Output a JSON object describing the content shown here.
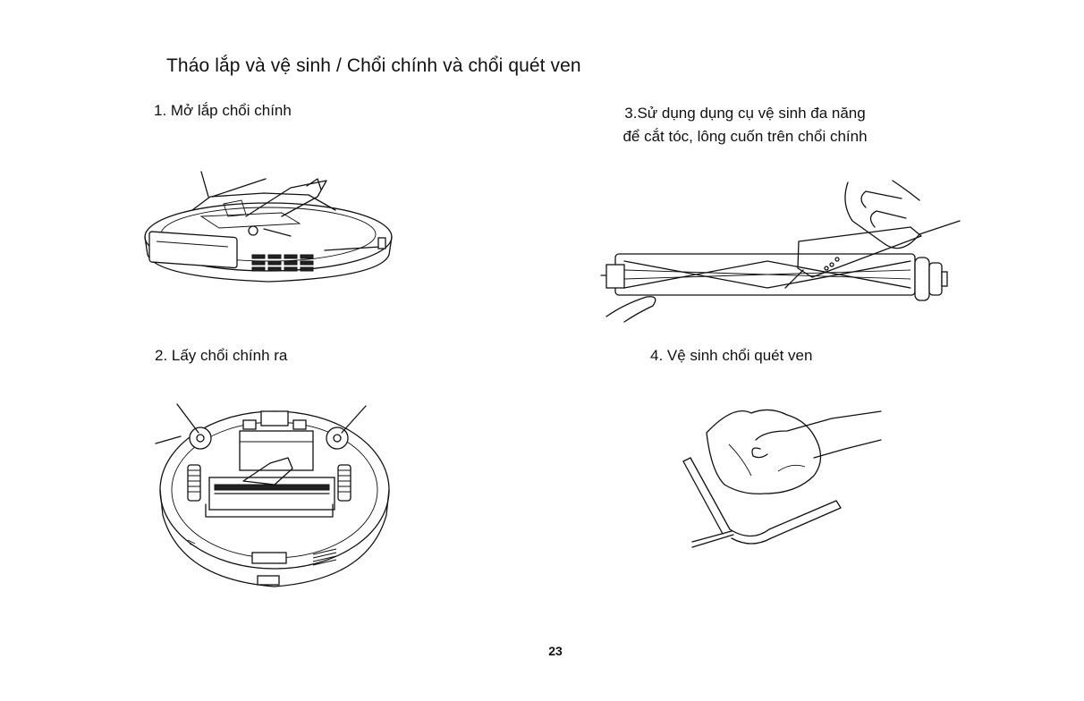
{
  "page": {
    "title": "Tháo lắp và vệ sinh / Chổi chính và chổi quét ven",
    "page_number": "23"
  },
  "steps": [
    {
      "label": "1. Mở lắp chổi chính",
      "illustration_icon": "robot-vacuum-open-cover-icon"
    },
    {
      "label": "2. Lấy chổi chính ra",
      "illustration_icon": "robot-vacuum-underside-remove-brush-icon"
    },
    {
      "line1": "3.Sử dụng dụng cụ vệ sinh đa năng",
      "line2": "để cắt tóc, lông cuốn trên chổi chính",
      "illustration_icon": "cleaning-tool-cutting-hair-icon"
    },
    {
      "label": "4. Vệ sinh chổi quét ven",
      "illustration_icon": "cloth-wiping-side-brush-icon"
    }
  ]
}
